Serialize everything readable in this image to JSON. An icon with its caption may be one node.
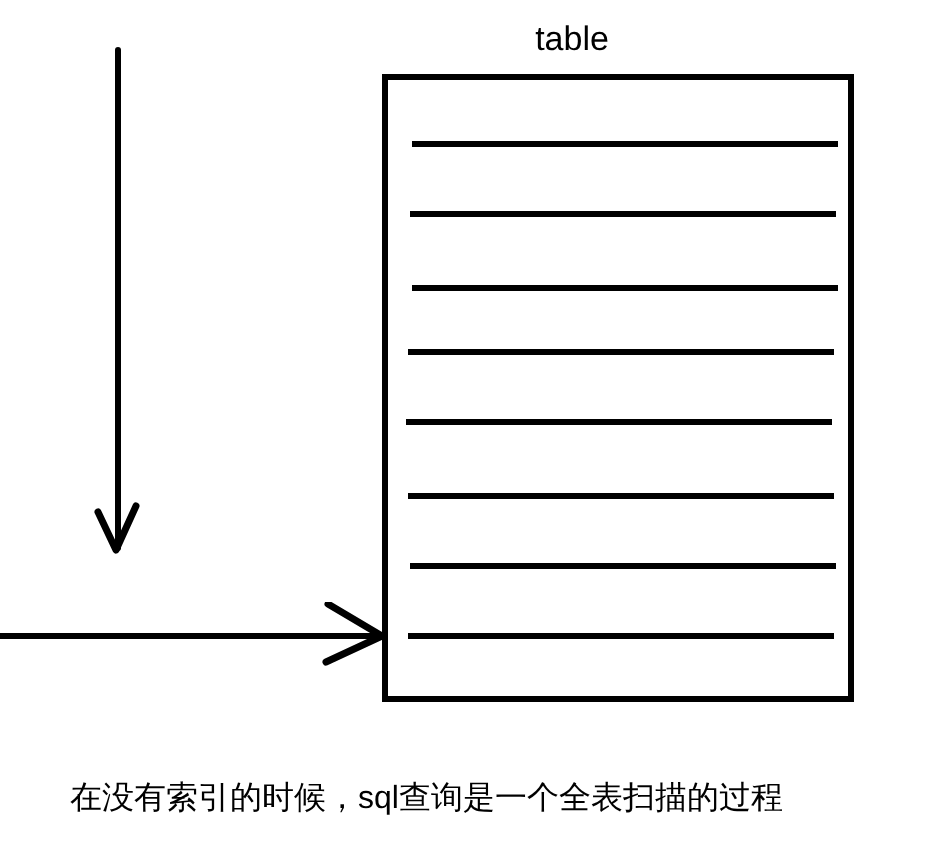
{
  "diagram": {
    "caption": "在没有索引的时候，sql查询是一个全表扫描的过程",
    "nodes": [
      {
        "text": [
          "table"
        ]
      },
      {
        "text": [],
        "shape": "line",
        "in": 0
      },
      {
        "text": [],
        "shape": "line",
        "in": 0
      },
      {
        "text": [],
        "shape": "line",
        "in": 0
      },
      {
        "text": [],
        "shape": "line",
        "in": 0
      },
      {
        "text": [],
        "shape": "line",
        "in": 0
      },
      {
        "text": [],
        "shape": "line",
        "in": 0
      },
      {
        "text": [],
        "shape": "line",
        "in": 0
      },
      {
        "text": [],
        "shape": "line",
        "in": 0
      }
    ],
    "edges": [
      {
        "from": null,
        "to": 8,
        "arrow": "to"
      }
    ]
  }
}
